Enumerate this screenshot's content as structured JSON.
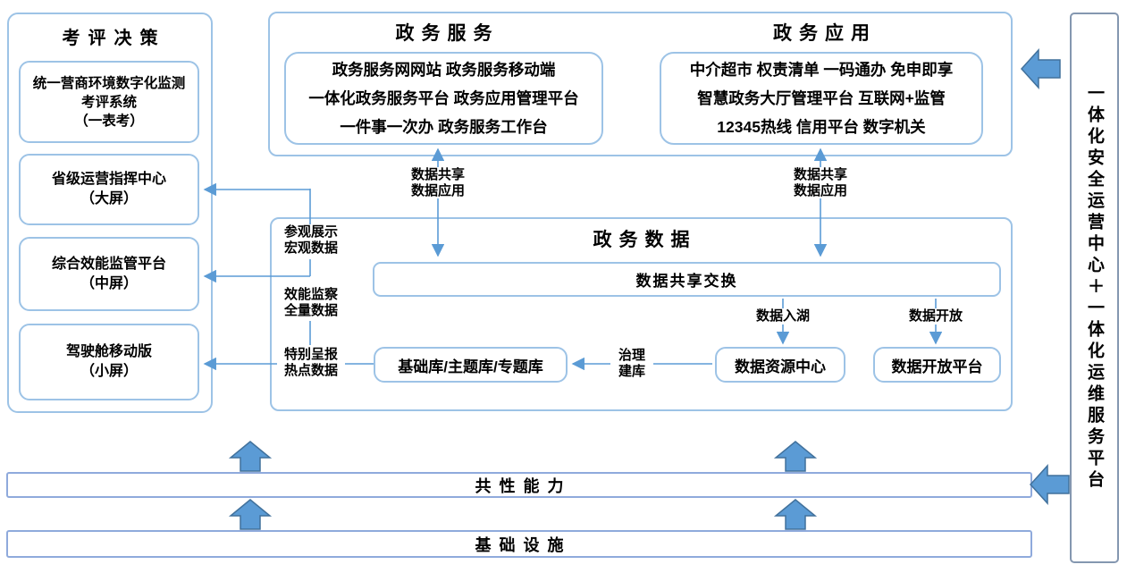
{
  "colors": {
    "light_border": "#9DC3E6",
    "steel_border": "#8FAADC",
    "right_panel_border": "#8497B0",
    "arrow_fill": "#5B9BD5",
    "arrow_stroke": "#41719C",
    "line": "#5B9BD5",
    "text": "#000000"
  },
  "left_panel": {
    "title": "考评决策",
    "boxes": [
      {
        "lines": [
          "统一营商环境数字化监测",
          "考评系统",
          "（一表考）"
        ]
      },
      {
        "lines": [
          "省级运营指挥中心",
          "（大屏）"
        ]
      },
      {
        "lines": [
          "综合效能监管平台",
          "（中屏）"
        ]
      },
      {
        "lines": [
          "驾驶舱移动版",
          "（小屏）"
        ]
      }
    ]
  },
  "top_panel": {
    "service": {
      "title": "政务服务",
      "lines": [
        "政务服务网网站 政务服务移动端",
        "一体化政务服务平台 政务应用管理平台",
        "一件事一次办 政务服务工作台"
      ]
    },
    "application": {
      "title": "政务应用",
      "lines": [
        "中介超市 权责清单 一码通办 免申即享",
        "智慧政务大厅管理平台 互联网+监管",
        "12345热线 信用平台 数字机关"
      ]
    }
  },
  "share_labels": {
    "left": [
      "数据共享",
      "数据应用"
    ],
    "right": [
      "数据共享",
      "数据应用"
    ]
  },
  "data_panel": {
    "title": "政务数据",
    "exchange_bar": "数据共享交换",
    "flow_labels": [
      [
        "参观展示",
        "宏观数据"
      ],
      [
        "效能监察",
        "全量数据"
      ],
      [
        "特别呈报",
        "热点数据"
      ]
    ],
    "library_box": "基础库/主题库/专题库",
    "governance_label": [
      "治理",
      "建库"
    ],
    "resource_box": "数据资源中心",
    "open_box": "数据开放平台",
    "lake_label": "数据入湖",
    "open_label": "数据开放"
  },
  "bottom_bars": {
    "capability": "共性能力",
    "infrastructure": "基础设施"
  },
  "right_panel": {
    "text": "一体化安全运营中心＋一体化运维服务平台"
  }
}
